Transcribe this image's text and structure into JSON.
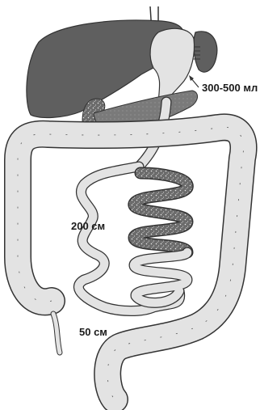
{
  "labels": {
    "stomach_volume": "300-500 мл",
    "small_intestine_length": "200 см",
    "common_channel_length": "50 см"
  },
  "colors": {
    "liver": "#5f5f5f",
    "pancreas": "#7a7a7a",
    "organ_fill": "#e3e3e3",
    "speckled_loops": "#5a5a5a",
    "outline": "#333333",
    "background": "#ffffff"
  }
}
